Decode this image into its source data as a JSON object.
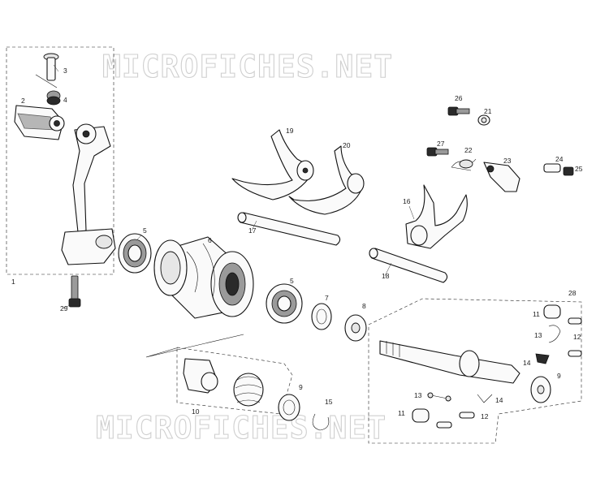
{
  "watermark": {
    "top": "MICROFICHES.NET",
    "bottom": "MICROFICHES.NET"
  },
  "callouts": {
    "c1": "1",
    "c2": "2",
    "c3": "3",
    "c4": "4",
    "c5a": "5",
    "c5b": "5",
    "c6": "6",
    "c7": "7",
    "c8": "8",
    "c9a": "9",
    "c9b": "9",
    "c10": "10",
    "c11a": "11",
    "c11b": "11",
    "c12a": "12",
    "c12b": "12",
    "c13a": "13",
    "c13b": "13",
    "c14a": "14",
    "c14b": "14",
    "c15": "15",
    "c16": "16",
    "c17": "17",
    "c18": "18",
    "c19": "19",
    "c20": "20",
    "c21": "21",
    "c22": "22",
    "c23": "23",
    "c24": "24",
    "c25": "25",
    "c26": "26",
    "c27": "27",
    "c28": "28",
    "c29": "29"
  }
}
